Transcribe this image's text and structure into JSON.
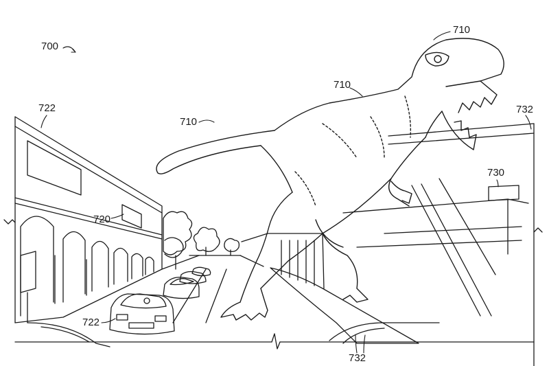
{
  "figure": {
    "ink_color": "#1a1a1a",
    "labels": {
      "figure_number": "700",
      "dinosaur_head": "710",
      "dinosaur_body": "710",
      "dinosaur_tail": "710",
      "left_building": "722",
      "left_sign": "720",
      "left_car": "722",
      "right_building": "732",
      "right_sign": "730",
      "right_rail": "732"
    }
  }
}
